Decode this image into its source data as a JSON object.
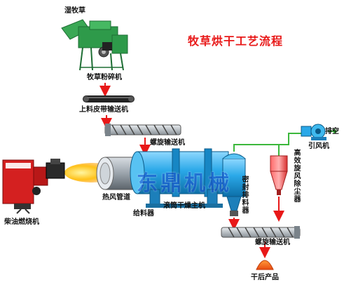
{
  "title": "牧草烘干工艺流程",
  "watermark": "东鼎机械",
  "labels": {
    "wet_grass": "湿牧草",
    "crusher": "牧草粉碎机",
    "belt_conveyor": "上料皮带输送机",
    "screw_conveyor_1": "螺旋输送机",
    "hot_air_duct": "热风管道",
    "feeder": "给料器",
    "drum_dryer": "滚筒干燥主机",
    "diesel_burner": "柴油燃烧机",
    "sealed_discharger": "密封排料器",
    "cyclone": "高效旋风除尘器",
    "induced_fan": "引风机",
    "exhaust": "排空",
    "screw_conveyor_2": "螺旋输送机",
    "product": "干后产品"
  },
  "colors": {
    "title_red": "#e81818",
    "flow_arrow": "#e81818",
    "pipe_green": "#3cb83c",
    "equipment_blue": "#2aa8e8",
    "equipment_green": "#2e9a4a",
    "burner_red": "#d42020"
  }
}
